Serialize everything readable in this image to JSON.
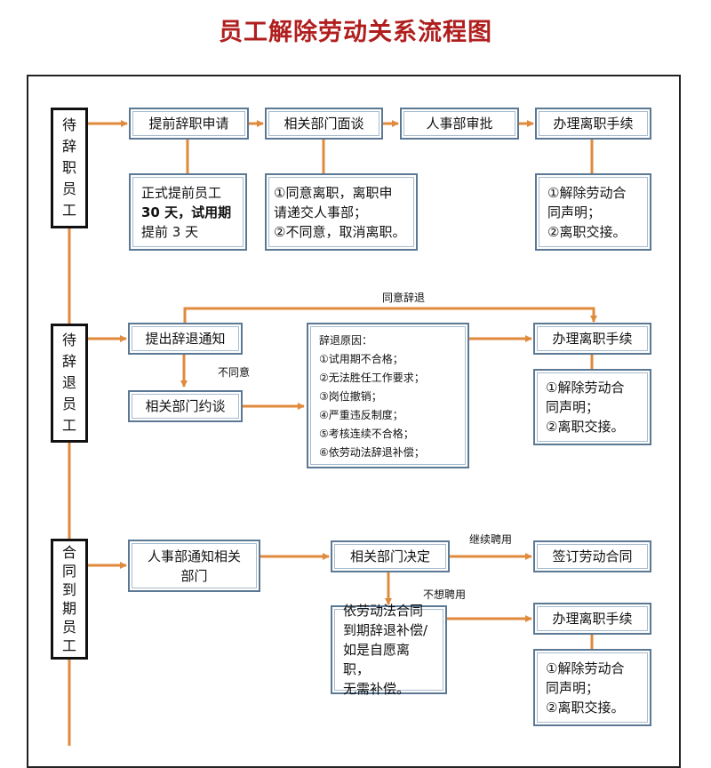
{
  "title": "员工解除劳动关系流程图",
  "colors": {
    "title": "#b01e1e",
    "arrow": "#e08a3c",
    "box_border": "#5b7894"
  },
  "section1": {
    "category": [
      "待",
      "辞",
      "职",
      "员",
      "工"
    ],
    "steps": [
      "提前辞职申请",
      "相关部门面谈",
      "人事部审批",
      "办理离职手续"
    ],
    "notes": {
      "notice": [
        "正式提前员工",
        "30 天，试用期",
        "提前 3 天"
      ],
      "interview": [
        "①同意离职，离职申",
        "请递交人事部；",
        "②不同意，取消离职。"
      ],
      "procedure": [
        "①解除劳动合",
        "同声明；",
        "②离职交接。"
      ]
    }
  },
  "section2": {
    "category": [
      "待",
      "辞",
      "退",
      "员",
      "工"
    ],
    "steps": {
      "notify": "提出辞退通知",
      "talk": "相关部门约谈",
      "procedure": "办理离职手续"
    },
    "labels": {
      "agree": "同意辞退",
      "disagree": "不同意"
    },
    "reasons": [
      "辞退原因：",
      "①试用期不合格；",
      "②无法胜任工作要求；",
      "③岗位撤销；",
      "④严重违反制度；",
      "⑤考核连续不合格；",
      "⑥依劳动法辞退补偿；"
    ],
    "notes": {
      "procedure": [
        "①解除劳动合",
        "同声明；",
        "②离职交接。"
      ]
    }
  },
  "section3": {
    "category": [
      "合",
      "同",
      "到",
      "期",
      "员",
      "工"
    ],
    "steps": {
      "notify": [
        "人事部通知相关",
        "部门"
      ],
      "decide": "相关部门决定",
      "renew": "签订劳动合同",
      "procedure": "办理离职手续"
    },
    "labels": {
      "continue": "继续聘用",
      "not_continue": "不想聘用"
    },
    "compensation": [
      "依劳动法合同",
      "到期辞退补偿/",
      "如是自愿离职，",
      "无需补偿。"
    ],
    "notes": {
      "procedure": [
        "①解除劳动合",
        "同声明；",
        "②离职交接。"
      ]
    }
  }
}
